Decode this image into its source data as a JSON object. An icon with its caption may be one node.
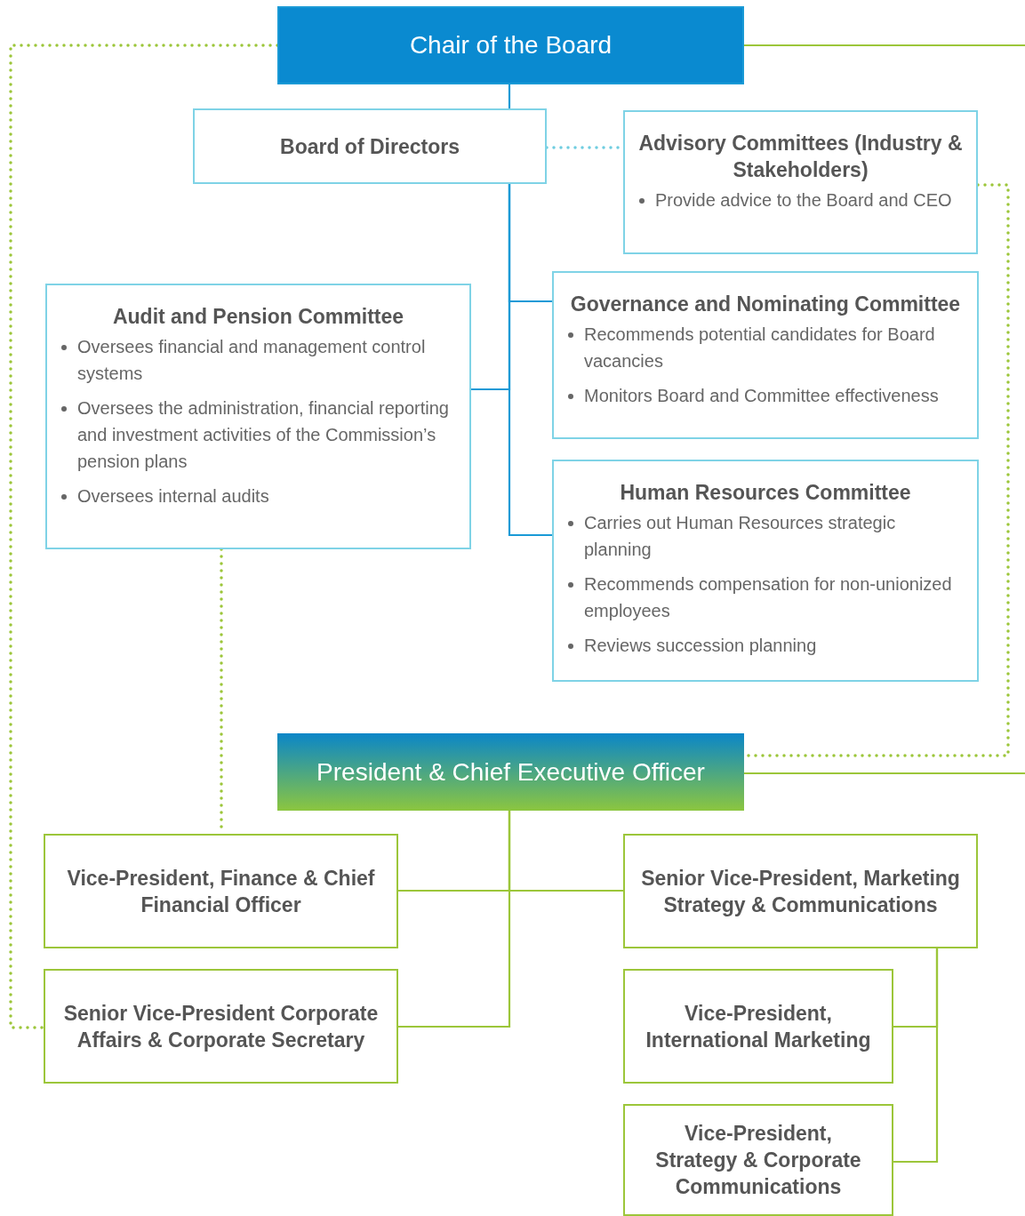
{
  "diagram": {
    "nodes": [
      {
        "text": [
          "Chair of the Board"
        ]
      },
      {
        "text": [
          "Board of Directors"
        ]
      },
      {
        "text": [
          "Advisory Committees (Industry & Stakeholders)",
          "Provide advice to the Board and CEO"
        ]
      },
      {
        "text": [
          "Audit and Pension Committee",
          "Oversees financial and management control systems",
          "Oversees the administration, financial reporting and investment activities of the Commission’s pension plans",
          "Oversees internal audits"
        ]
      },
      {
        "text": [
          "Governance and Nominating Committee",
          "Recommends potential candidates for Board vacancies",
          "Monitors Board and Committee effectiveness"
        ]
      },
      {
        "text": [
          "Human Resources Committee",
          "Carries out Human Resources strategic planning",
          "Recommends compensation for non-unionized employees",
          "Reviews succession planning"
        ]
      },
      {
        "text": [
          "President & Chief Executive Officer"
        ]
      },
      {
        "text": [
          "Vice-President, Finance & Chief Financial Officer"
        ]
      },
      {
        "text": [
          "Senior Vice-President, Marketing Strategy & Communications"
        ]
      },
      {
        "text": [
          "Senior Vice-President Corporate Affairs & Corporate Secretary"
        ]
      },
      {
        "text": [
          "Vice-President, International Marketing"
        ]
      },
      {
        "text": [
          "Vice-President, Strategy & Corporate Communications"
        ]
      }
    ],
    "edges": [
      {
        "from": 0,
        "to": 1,
        "arrow": "none",
        "color": "#1a9ad6"
      },
      {
        "from": 1,
        "to": 3,
        "arrow": "none",
        "color": "#1a9ad6"
      },
      {
        "from": 1,
        "to": 4,
        "arrow": "none",
        "color": "#1a9ad6"
      },
      {
        "from": 1,
        "to": 5,
        "arrow": "none",
        "color": "#1a9ad6"
      },
      {
        "from": 1,
        "to": 2,
        "arrow": "none",
        "style": "dashed",
        "color": "#6fcde0"
      },
      {
        "from": 0,
        "to": null,
        "arrow": "none"
      },
      {
        "from": 0,
        "to": 9,
        "arrow": "none",
        "style": "dashed"
      },
      {
        "from": 2,
        "to": 6,
        "arrow": "none",
        "style": "dashed"
      },
      {
        "from": 6,
        "to": null,
        "arrow": "none"
      },
      {
        "from": 3,
        "to": 7,
        "arrow": "none",
        "style": "dashed"
      },
      {
        "from": 6,
        "to": 7,
        "arrow": "none"
      },
      {
        "from": 6,
        "to": 8,
        "arrow": "none"
      },
      {
        "from": 6,
        "to": 9,
        "arrow": "none"
      },
      {
        "from": 8,
        "to": 10,
        "arrow": "none"
      },
      {
        "from": 8,
        "to": 11,
        "arrow": "none"
      }
    ]
  }
}
